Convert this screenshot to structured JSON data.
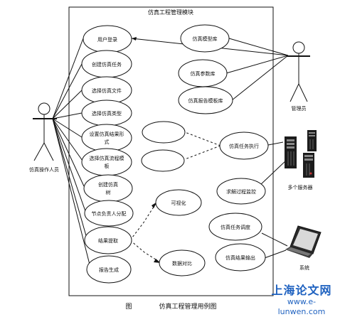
{
  "diagram": {
    "title": "仿真工程管理模块",
    "caption_label": "图",
    "caption_text": "仿真工程管理用例图",
    "actors": {
      "operator": "仿真操作人员",
      "admin": "管理员",
      "servers": "多个服务器",
      "system": "系统"
    },
    "use_cases": {
      "login": "用户登录",
      "create_task": "创建仿真任务",
      "select_file": "选择仿真文件",
      "select_type": "选择仿真类型",
      "result_format_1": "设置仿真结果形",
      "result_format_2": "式",
      "select_template_1": "选择仿真流程模",
      "select_template_2": "板",
      "create_tree_1": "创建仿真",
      "create_tree_2": "树",
      "assign_node": "节点负责人分配",
      "extract_result": "结果提取",
      "generate_report": "报告生成",
      "model_lib": "仿真模型库",
      "param_lib": "仿真参数库",
      "report_template_lib": "仿真报告模板库",
      "execute_task": "仿真任务执行",
      "monitor": "求解过程监控",
      "visualize": "可视化",
      "compare": "数据对比",
      "schedule": "仿真任务调度",
      "output_result": "仿真结果输出"
    }
  },
  "watermark": {
    "line1": "上海论文网",
    "line2": "www.e-lunwen.com"
  }
}
